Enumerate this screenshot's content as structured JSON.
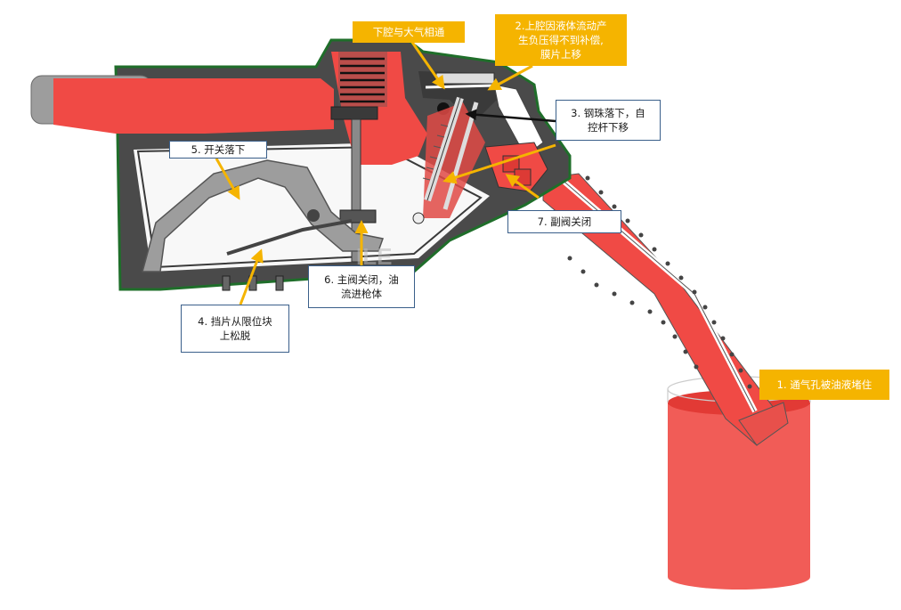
{
  "colors": {
    "body": "#4a4a4a",
    "outline": "#1f6e2a",
    "fuel": "#f04a45",
    "grey_part": "#9d9d9d",
    "callout_gold": "#f5b400",
    "callout_border": "#3a5f8a",
    "arrow": "#f5b400"
  },
  "logo": {
    "text": "ILE"
  },
  "labels": {
    "l0": "下腔与大气相通",
    "l1": "1. 通气孔被油液堵住",
    "l2": "2.上腔因液体流动产\n生负压得不到补偿,\n膜片上移",
    "l3": "3. 钢珠落下，自\n控杆下移",
    "l4": "4. 挡片从限位块\n上松脱",
    "l5": "5. 开关落下",
    "l6": "6. 主阀关闭，油\n流进枪体",
    "l7": "7. 副阀关闭"
  }
}
